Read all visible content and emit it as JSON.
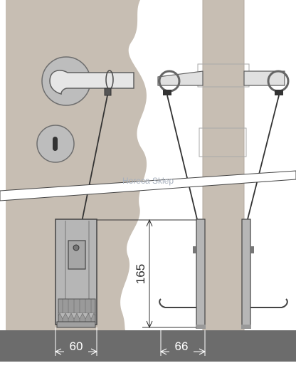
{
  "diagram": {
    "watermark": "Horeca Sklep",
    "dimension_height": "165",
    "dimension_front_width": "60",
    "dimension_side_width": "66"
  },
  "colors": {
    "door": "#c7beb3",
    "floor": "#6c6c6c",
    "metal": "#b6b6b6",
    "metal_dark": "#8a8a8a",
    "line": "#333333",
    "background": "#ffffff"
  },
  "icons": [
    "door-handle-icon",
    "keyhole-icon",
    "door-stop-icon",
    "cord-icon"
  ]
}
